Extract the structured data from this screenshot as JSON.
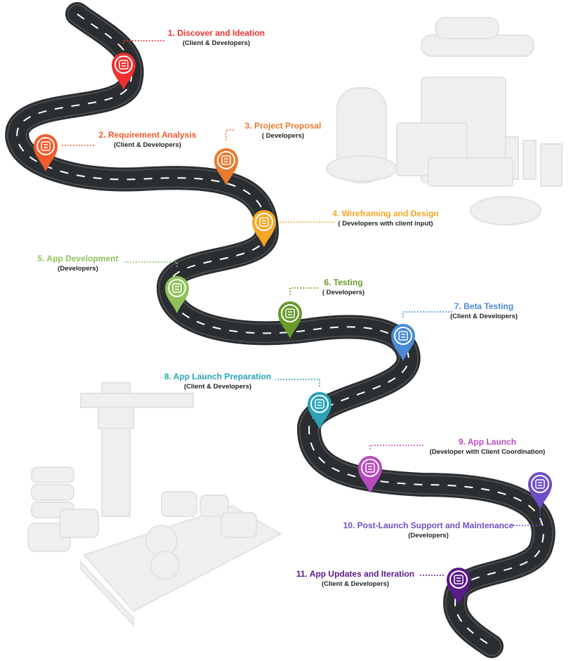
{
  "stages": [
    {
      "title": "1. Discover and Ideation",
      "subtitle": "(Client & Developers)",
      "color": "#f0302f",
      "icon": "lightbulb-icon"
    },
    {
      "title": "2. Requirement Analysis",
      "subtitle": "(Client & Developers)",
      "color": "#f25a2c",
      "icon": "document-edit-icon"
    },
    {
      "title": "3. Project Proposal",
      "subtitle": "( Developers)",
      "color": "#ea7a2e",
      "icon": "proposal-hand-icon"
    },
    {
      "title": "4. Wireframing and Design",
      "subtitle": "( Developers with client input)",
      "color": "#f5a623",
      "icon": "wireframe-icon"
    },
    {
      "title": "5. App Development",
      "subtitle": "(Developers)",
      "color": "#8fc25a",
      "icon": "code-window-icon"
    },
    {
      "title": "6. Testing",
      "subtitle": "( Developers)",
      "color": "#6a9a2c",
      "icon": "testing-icon"
    },
    {
      "title": "7. Beta Testing",
      "subtitle": "(Client & Developers)",
      "color": "#4a8ad6",
      "icon": "beta-screen-icon"
    },
    {
      "title": "8. App Launch Preparation",
      "subtitle": "(Client & Developers)",
      "color": "#2aa3b8",
      "icon": "calendar-icon"
    },
    {
      "title": "9. App Launch",
      "subtitle": "(Developer with Client Coordination)",
      "color": "#b94bc0",
      "icon": "rocket-phone-icon"
    },
    {
      "title": "10. Post-Launch Support and Maintenance",
      "subtitle": "(Developers)",
      "color": "#6c4fc6",
      "icon": "support-phone-icon"
    },
    {
      "title": "11. App Updates and Iteration",
      "subtitle": "(Client & Developers)",
      "color": "#5a1a8a",
      "icon": "update-icon"
    }
  ],
  "colors": {
    "road": "#2b2e31",
    "road_outline": "#3a3d40",
    "road_dash": "#ffffff",
    "background_art": "#eeeeee"
  }
}
